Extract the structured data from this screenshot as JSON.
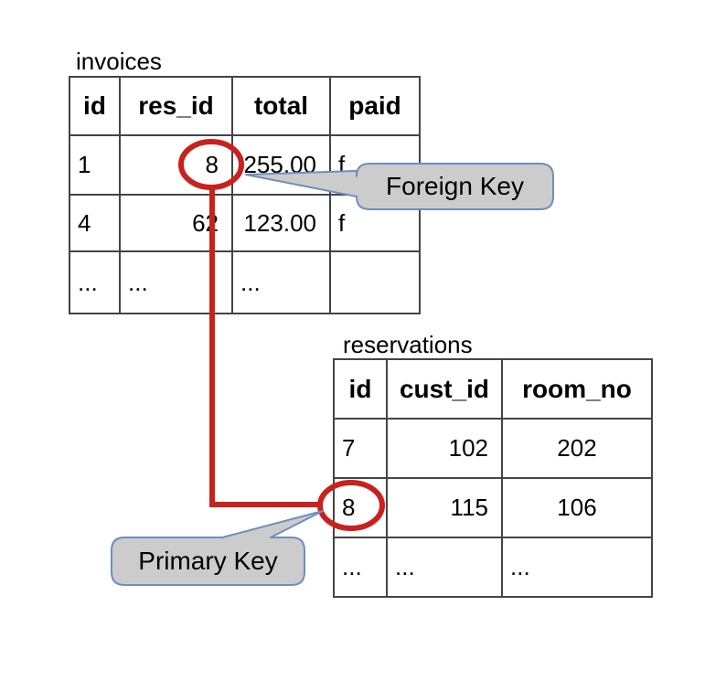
{
  "diagram": {
    "tables": [
      {
        "name": "invoices",
        "columns": [
          "id",
          "res_id",
          "total",
          "paid"
        ],
        "rows": [
          [
            "1",
            "8",
            "255.00",
            "f"
          ],
          [
            "4",
            "62",
            "123.00",
            "f"
          ],
          [
            "...",
            "...",
            "...",
            ""
          ]
        ]
      },
      {
        "name": "reservations",
        "columns": [
          "id",
          "cust_id",
          "room_no"
        ],
        "rows": [
          [
            "7",
            "102",
            "202"
          ],
          [
            "8",
            "115",
            "106"
          ],
          [
            "...",
            "...",
            "..."
          ]
        ]
      }
    ],
    "callouts": [
      {
        "label": "Foreign Key"
      },
      {
        "label": "Primary Key"
      }
    ],
    "connection": {
      "value": "8",
      "from": "invoices.res_id",
      "to": "reservations.id"
    },
    "colors": {
      "highlight_red": "#c9211e",
      "callout_fill": "#cccccc",
      "callout_border": "#6d8ebf",
      "table_border": "#444444"
    }
  }
}
